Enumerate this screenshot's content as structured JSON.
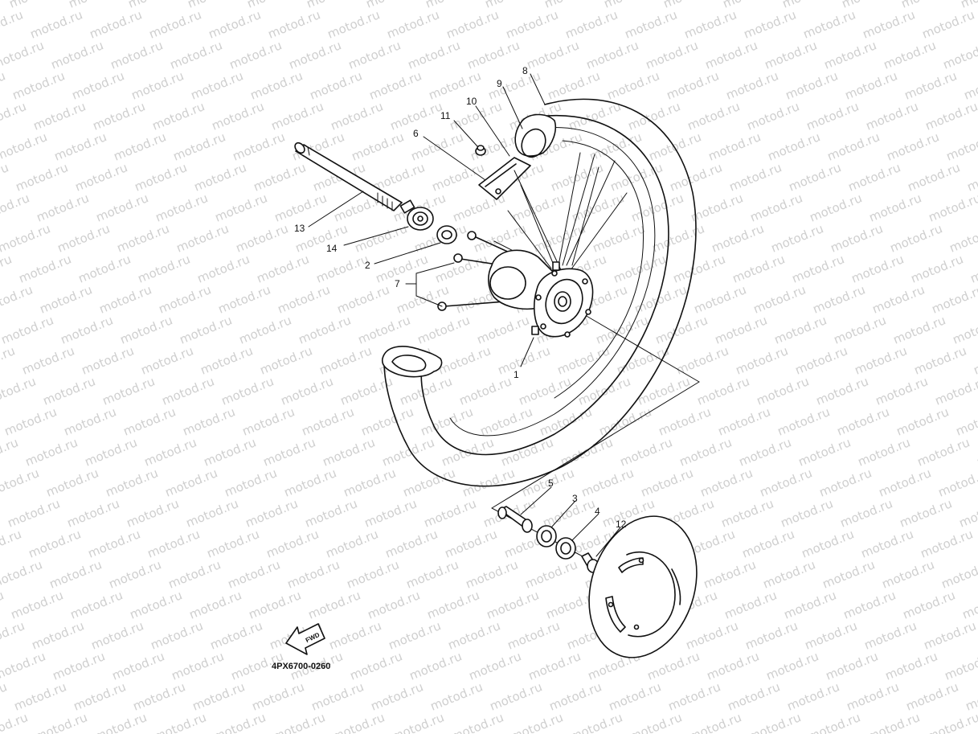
{
  "watermark_text": "motod.ru",
  "diagram_code": "4PX6700-0260",
  "fwd_label": "FWD",
  "callouts": [
    "1",
    "2",
    "3",
    "4",
    "5",
    "6",
    "7",
    "8",
    "9",
    "10",
    "11",
    "12",
    "13",
    "14"
  ]
}
